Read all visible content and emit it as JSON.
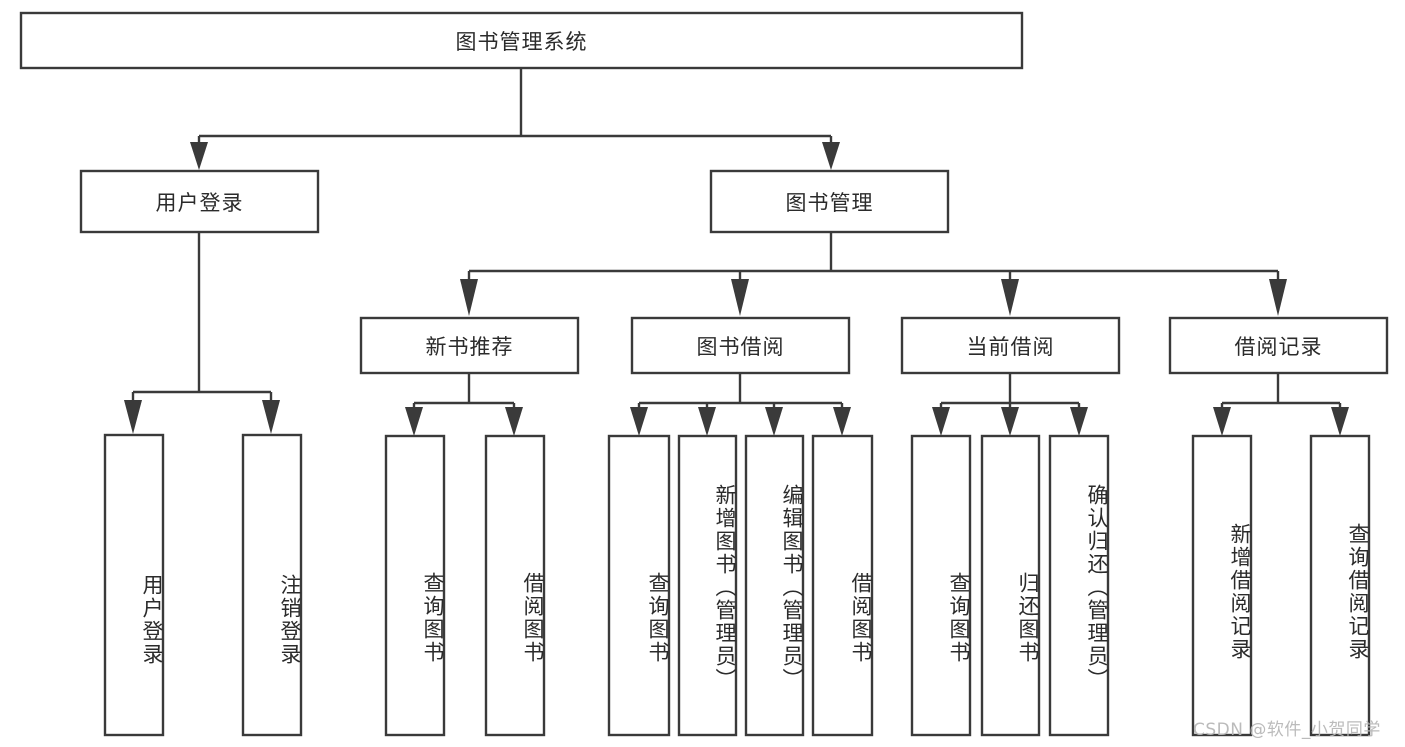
{
  "diagram": {
    "type": "tree-hierarchy-chart",
    "title": "图书管理系统",
    "style": {
      "box_fill": "#ffffff",
      "box_stroke": "#3a3a3a",
      "text_color": "#2b2b2b",
      "watermark_color": "#b8b8b8",
      "background": "#ffffff"
    },
    "levels": {
      "level1": [
        {
          "id": "root",
          "label": "图书管理系统",
          "orientation": "horizontal"
        }
      ],
      "level2": [
        {
          "id": "user-login",
          "label": "用户登录",
          "orientation": "horizontal",
          "parent": "root"
        },
        {
          "id": "book-admin",
          "label": "图书管理",
          "orientation": "horizontal",
          "parent": "root"
        }
      ],
      "level3": [
        {
          "id": "new-book-rec",
          "label": "新书推荐",
          "orientation": "horizontal",
          "parent": "book-admin"
        },
        {
          "id": "book-borrow",
          "label": "图书借阅",
          "orientation": "horizontal",
          "parent": "book-admin"
        },
        {
          "id": "current-borrow",
          "label": "当前借阅",
          "orientation": "horizontal",
          "parent": "book-admin"
        },
        {
          "id": "borrow-record",
          "label": "借阅记录",
          "orientation": "horizontal",
          "parent": "book-admin"
        }
      ],
      "level4": [
        {
          "id": "leaf-user-login",
          "label": "用户登录",
          "orientation": "vertical",
          "parent": "user-login"
        },
        {
          "id": "leaf-user-logout",
          "label": "注销登录",
          "orientation": "vertical",
          "parent": "user-login"
        },
        {
          "id": "leaf-query-book-1",
          "label": "查询图书",
          "orientation": "vertical",
          "parent": "new-book-rec"
        },
        {
          "id": "leaf-borrow-book-1",
          "label": "借阅图书",
          "orientation": "vertical",
          "parent": "new-book-rec"
        },
        {
          "id": "leaf-query-book-2",
          "label": "查询图书",
          "orientation": "vertical",
          "parent": "book-borrow"
        },
        {
          "id": "leaf-add-book",
          "label": "新增图书（管理员）",
          "orientation": "vertical",
          "parent": "book-borrow"
        },
        {
          "id": "leaf-edit-book",
          "label": "编辑图书（管理员）",
          "orientation": "vertical",
          "parent": "book-borrow"
        },
        {
          "id": "leaf-borrow-book-2",
          "label": "借阅图书",
          "orientation": "vertical",
          "parent": "book-borrow"
        },
        {
          "id": "leaf-query-book-3",
          "label": "查询图书",
          "orientation": "vertical",
          "parent": "current-borrow"
        },
        {
          "id": "leaf-return-book",
          "label": "归还图书",
          "orientation": "vertical",
          "parent": "current-borrow"
        },
        {
          "id": "leaf-confirm-return",
          "label": "确认归还（管理员）",
          "orientation": "vertical",
          "parent": "current-borrow"
        },
        {
          "id": "leaf-add-record",
          "label": "新增借阅记录",
          "orientation": "vertical",
          "parent": "borrow-record"
        },
        {
          "id": "leaf-query-record",
          "label": "查询借阅记录",
          "orientation": "vertical",
          "parent": "borrow-record"
        }
      ]
    }
  },
  "watermark": {
    "text": "CSDN @软件_小贺同学"
  }
}
